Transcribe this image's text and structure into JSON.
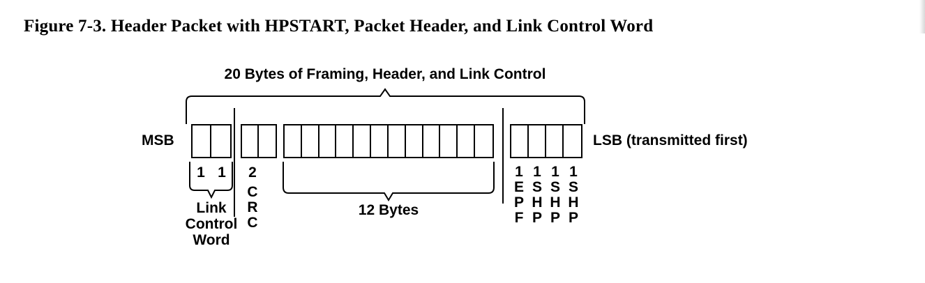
{
  "figure": {
    "title": "Figure 7-3.  Header Packet with HPSTART, Packet Header, and Link Control Word"
  },
  "diagram": {
    "top_brace_label": "20 Bytes of Framing, Header, and Link Control",
    "msb_label": "MSB",
    "lsb_label": "LSB (transmitted first)",
    "groups": [
      {
        "name": "link-control-word",
        "cells": 2,
        "byte_counts": [
          "1",
          "1"
        ],
        "caption_lines": [
          "Link",
          "Control",
          "Word"
        ]
      },
      {
        "name": "crc",
        "cells": 2,
        "byte_counts": [
          "2"
        ],
        "vertical_label": [
          "C",
          "R",
          "C"
        ]
      },
      {
        "name": "packet-header",
        "cells": 12,
        "caption": "12 Bytes"
      },
      {
        "name": "hpstart-framing",
        "cells": 4,
        "columns": [
          {
            "count": "1",
            "letters": [
              "E",
              "P",
              "F"
            ]
          },
          {
            "count": "1",
            "letters": [
              "S",
              "H",
              "P"
            ]
          },
          {
            "count": "1",
            "letters": [
              "S",
              "H",
              "P"
            ]
          },
          {
            "count": "1",
            "letters": [
              "S",
              "H",
              "P"
            ]
          }
        ]
      }
    ],
    "colors": {
      "ink": "#000000",
      "background": "#ffffff"
    }
  }
}
